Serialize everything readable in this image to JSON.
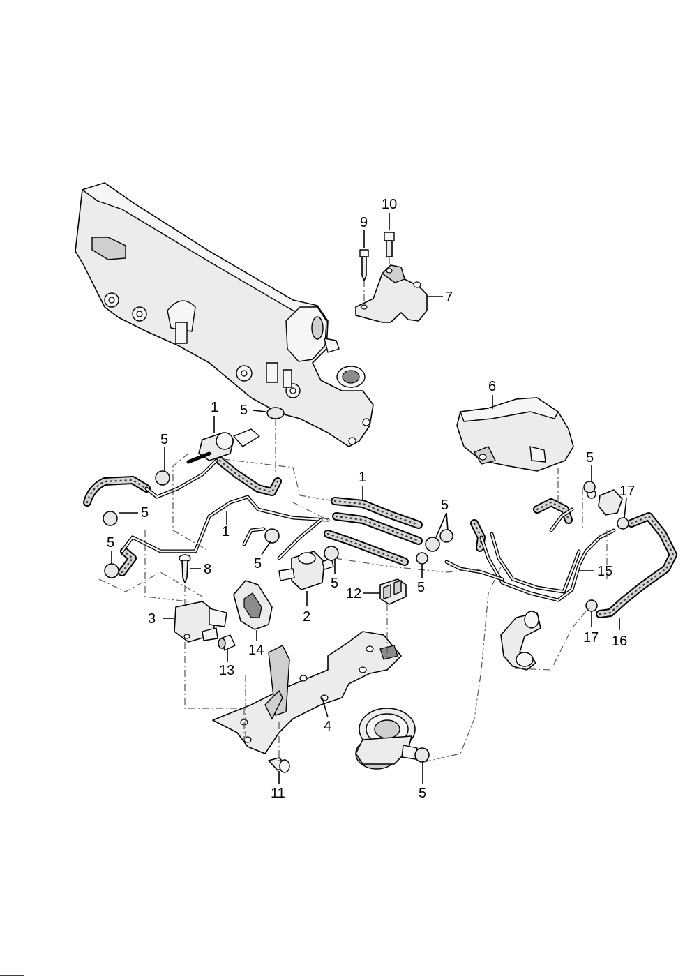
{
  "diagram": {
    "callouts": [
      {
        "id": "c9",
        "label": "9"
      },
      {
        "id": "c10",
        "label": "10"
      },
      {
        "id": "c7",
        "label": "7"
      },
      {
        "id": "c6",
        "label": "6"
      },
      {
        "id": "c1a",
        "label": "1"
      },
      {
        "id": "c5a",
        "label": "5"
      },
      {
        "id": "c5b",
        "label": "5"
      },
      {
        "id": "c5c",
        "label": "5"
      },
      {
        "id": "c5d",
        "label": "5"
      },
      {
        "id": "c1b",
        "label": "1"
      },
      {
        "id": "c1c",
        "label": "1"
      },
      {
        "id": "c5e",
        "label": "5"
      },
      {
        "id": "c5f",
        "label": "5"
      },
      {
        "id": "c5g",
        "label": "5"
      },
      {
        "id": "c5h",
        "label": "5"
      },
      {
        "id": "c5i",
        "label": "5"
      },
      {
        "id": "c17a",
        "label": "17"
      },
      {
        "id": "c15",
        "label": "15"
      },
      {
        "id": "c8",
        "label": "8"
      },
      {
        "id": "c12",
        "label": "12"
      },
      {
        "id": "c2",
        "label": "2"
      },
      {
        "id": "c3",
        "label": "3"
      },
      {
        "id": "c14",
        "label": "14"
      },
      {
        "id": "c13",
        "label": "13"
      },
      {
        "id": "c17b",
        "label": "17"
      },
      {
        "id": "c16",
        "label": "16"
      },
      {
        "id": "c4",
        "label": "4"
      },
      {
        "id": "c11",
        "label": "11"
      },
      {
        "id": "c5j",
        "label": "5"
      }
    ]
  }
}
